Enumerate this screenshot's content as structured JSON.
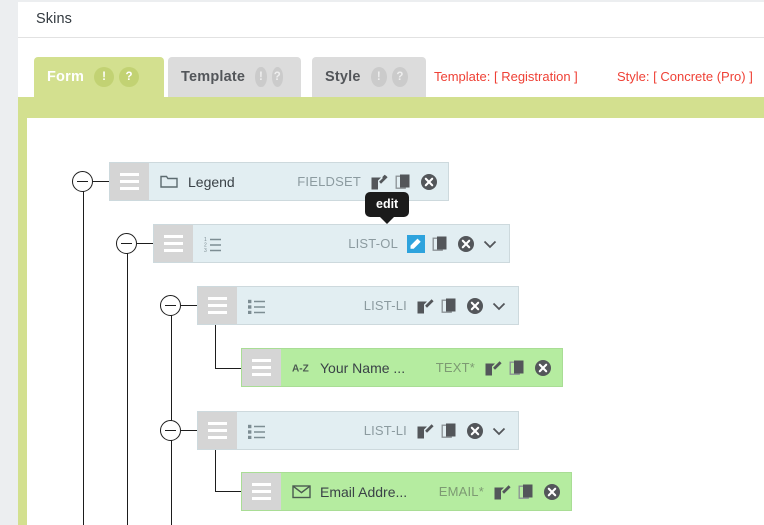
{
  "window": {
    "title": "Skins"
  },
  "tabs": [
    {
      "label": "Form",
      "active": true,
      "alert_badge": "!",
      "help_badge": "?"
    },
    {
      "label": "Template",
      "active": false,
      "alert_badge": "!",
      "help_badge": "?"
    },
    {
      "label": "Style",
      "active": false,
      "alert_badge": "!",
      "help_badge": "?"
    }
  ],
  "meta": {
    "template": "Template: [ Registration ]",
    "style": "Style: [ Concrete (Pro) ]"
  },
  "tooltip": {
    "text": "edit"
  },
  "colors": {
    "accent_green": "#d3e08f",
    "row_blue": "#e2eef2",
    "row_green": "#b5eca0",
    "meta_red": "#ef4136",
    "edit_hover_blue": "#2ea3dd",
    "drag_handle": "#d5d5d5"
  },
  "tree": {
    "nodes": [
      {
        "label": "Legend",
        "type": "FIELDSET",
        "icon": "folder-icon",
        "variant": "blue",
        "has_chevron": false,
        "actions": [
          "edit-icon",
          "copy-icon",
          "delete-icon"
        ]
      },
      {
        "label": "",
        "type": "LIST-OL",
        "icon": "ordered-list-icon",
        "variant": "blue",
        "has_chevron": true,
        "edit_hover": true,
        "actions": [
          "edit-icon",
          "copy-icon",
          "delete-icon"
        ]
      },
      {
        "label": "",
        "type": "LIST-LI",
        "icon": "bullet-list-icon",
        "variant": "blue",
        "has_chevron": true,
        "actions": [
          "edit-icon",
          "copy-icon",
          "delete-icon"
        ]
      },
      {
        "label": "Your Name ...",
        "type": "TEXT*",
        "icon": "alphabet-az-icon",
        "variant": "green",
        "has_chevron": false,
        "actions": [
          "edit-icon",
          "copy-icon",
          "delete-icon"
        ]
      },
      {
        "label": "",
        "type": "LIST-LI",
        "icon": "bullet-list-icon",
        "variant": "blue",
        "has_chevron": true,
        "actions": [
          "edit-icon",
          "copy-icon",
          "delete-icon"
        ]
      },
      {
        "label": "Email Addre...",
        "type": "EMAIL*",
        "icon": "envelope-icon",
        "variant": "green",
        "has_chevron": false,
        "actions": [
          "edit-icon",
          "copy-icon",
          "delete-icon"
        ]
      }
    ]
  }
}
